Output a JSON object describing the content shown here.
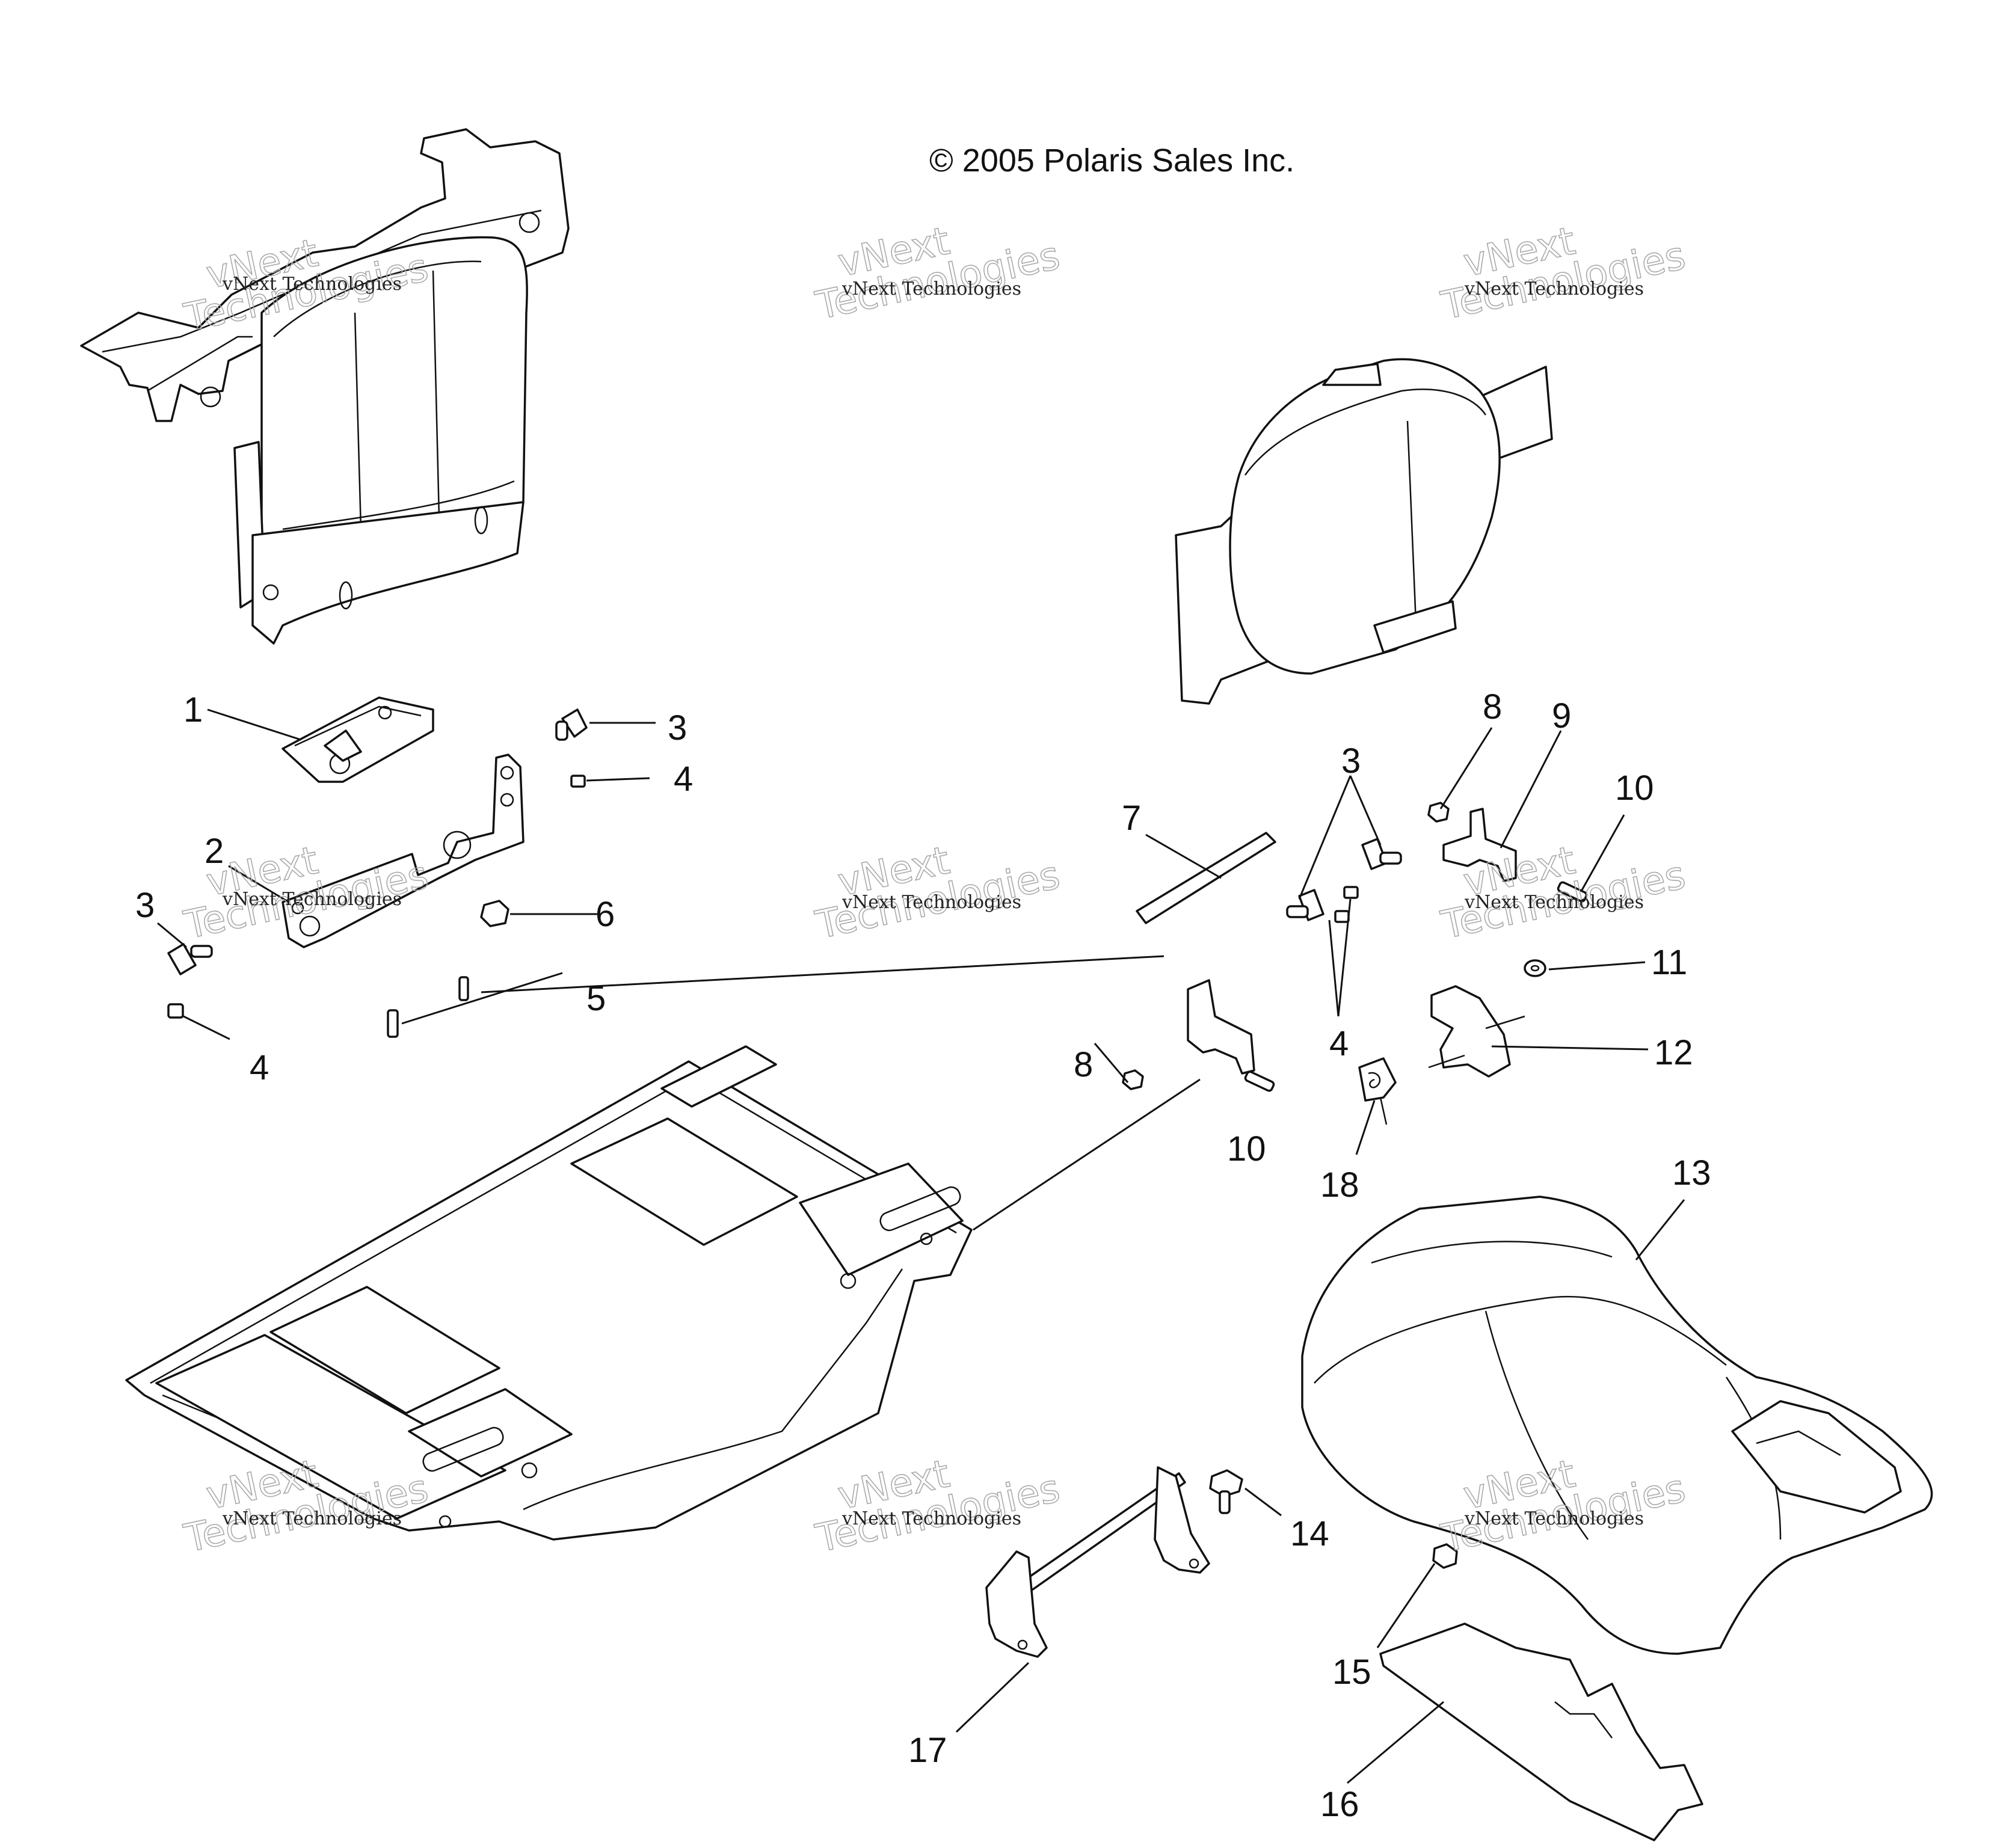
{
  "copyright": "© 2005 Polaris Sales Inc.",
  "watermark": {
    "brand_line1": "vNext",
    "brand_line2": "Technologies",
    "small": "vNext Technologies"
  },
  "callouts": [
    "1",
    "2",
    "3",
    "4",
    "3",
    "4",
    "5",
    "6",
    "7",
    "8",
    "9",
    "10",
    "3",
    "4",
    "8",
    "11",
    "12",
    "10",
    "18",
    "13",
    "14",
    "15",
    "16",
    "17"
  ]
}
